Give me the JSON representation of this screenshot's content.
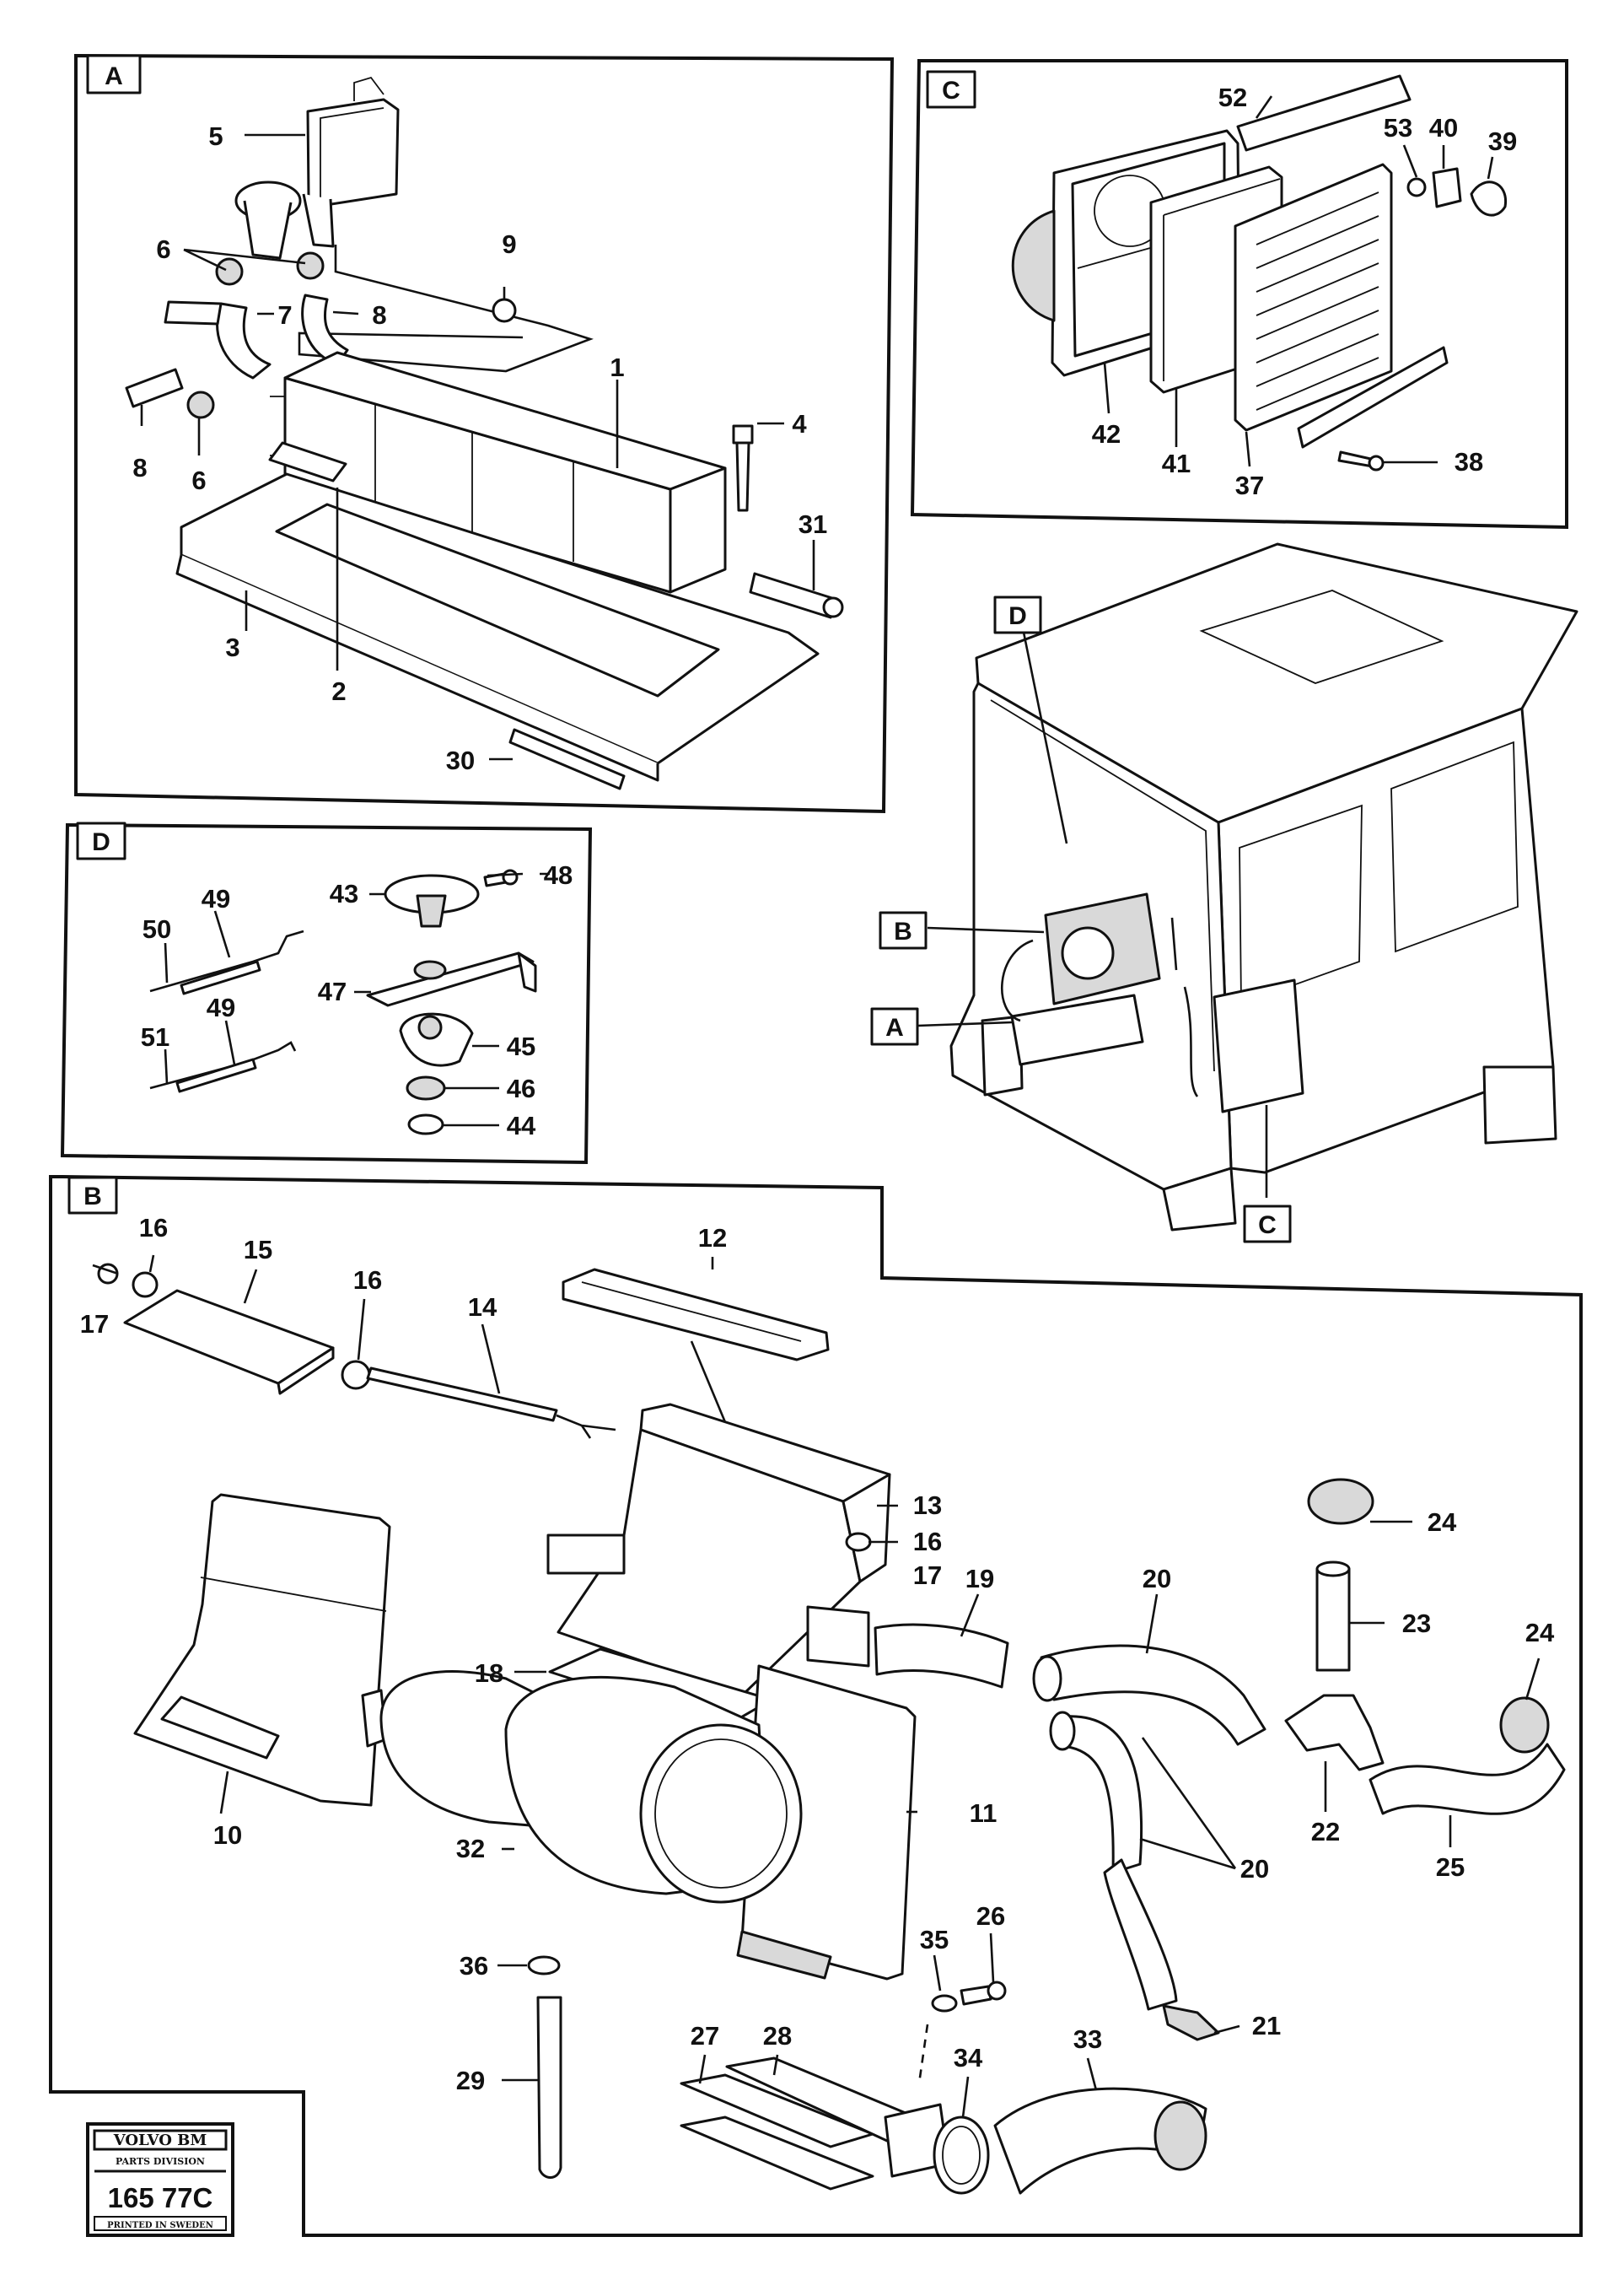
{
  "panels": {
    "A": {
      "tag": "A",
      "callouts": [
        {
          "id": "1",
          "text": "1"
        },
        {
          "id": "2",
          "text": "2"
        },
        {
          "id": "3",
          "text": "3"
        },
        {
          "id": "4",
          "text": "4"
        },
        {
          "id": "5",
          "text": "5"
        },
        {
          "id": "6a",
          "text": "6"
        },
        {
          "id": "6b",
          "text": "6"
        },
        {
          "id": "7",
          "text": "7"
        },
        {
          "id": "8a",
          "text": "8"
        },
        {
          "id": "8b",
          "text": "8"
        },
        {
          "id": "9",
          "text": "9"
        },
        {
          "id": "30",
          "text": "30"
        },
        {
          "id": "31",
          "text": "31"
        }
      ]
    },
    "C": {
      "tag": "C",
      "callouts": [
        {
          "id": "52",
          "text": "52"
        },
        {
          "id": "53",
          "text": "53"
        },
        {
          "id": "40",
          "text": "40"
        },
        {
          "id": "39",
          "text": "39"
        },
        {
          "id": "42",
          "text": "42"
        },
        {
          "id": "41",
          "text": "41"
        },
        {
          "id": "37",
          "text": "37"
        },
        {
          "id": "38",
          "text": "38"
        }
      ]
    },
    "D": {
      "tag": "D",
      "callouts": [
        {
          "id": "49a",
          "text": "49"
        },
        {
          "id": "50",
          "text": "50"
        },
        {
          "id": "43",
          "text": "43"
        },
        {
          "id": "48",
          "text": "48"
        },
        {
          "id": "47",
          "text": "47"
        },
        {
          "id": "51",
          "text": "51"
        },
        {
          "id": "49b",
          "text": "49"
        },
        {
          "id": "45",
          "text": "45"
        },
        {
          "id": "46",
          "text": "46"
        },
        {
          "id": "44",
          "text": "44"
        }
      ]
    },
    "B": {
      "tag": "B",
      "callouts": [
        {
          "id": "16a",
          "text": "16"
        },
        {
          "id": "17a",
          "text": "17"
        },
        {
          "id": "15",
          "text": "15"
        },
        {
          "id": "16b",
          "text": "16"
        },
        {
          "id": "14",
          "text": "14"
        },
        {
          "id": "12",
          "text": "12"
        },
        {
          "id": "13",
          "text": "13"
        },
        {
          "id": "16c",
          "text": "16"
        },
        {
          "id": "17b",
          "text": "17"
        },
        {
          "id": "24a",
          "text": "24"
        },
        {
          "id": "23",
          "text": "23"
        },
        {
          "id": "24b",
          "text": "24"
        },
        {
          "id": "19",
          "text": "19"
        },
        {
          "id": "20a",
          "text": "20"
        },
        {
          "id": "18",
          "text": "18"
        },
        {
          "id": "10",
          "text": "10"
        },
        {
          "id": "11",
          "text": "11"
        },
        {
          "id": "22",
          "text": "22"
        },
        {
          "id": "20b",
          "text": "20"
        },
        {
          "id": "25",
          "text": "25"
        },
        {
          "id": "32",
          "text": "32"
        },
        {
          "id": "36",
          "text": "36"
        },
        {
          "id": "35",
          "text": "35"
        },
        {
          "id": "26",
          "text": "26"
        },
        {
          "id": "21",
          "text": "21"
        },
        {
          "id": "29",
          "text": "29"
        },
        {
          "id": "27",
          "text": "27"
        },
        {
          "id": "28",
          "text": "28"
        },
        {
          "id": "34",
          "text": "34"
        },
        {
          "id": "33",
          "text": "33"
        }
      ]
    }
  },
  "cab_tags": {
    "D": "D",
    "B": "B",
    "A": "A",
    "C": "C"
  },
  "logo": {
    "brand": "VOLVO BM",
    "division": "PARTS DIVISION",
    "code": "165 77C",
    "printed": "PRINTED IN SWEDEN"
  }
}
